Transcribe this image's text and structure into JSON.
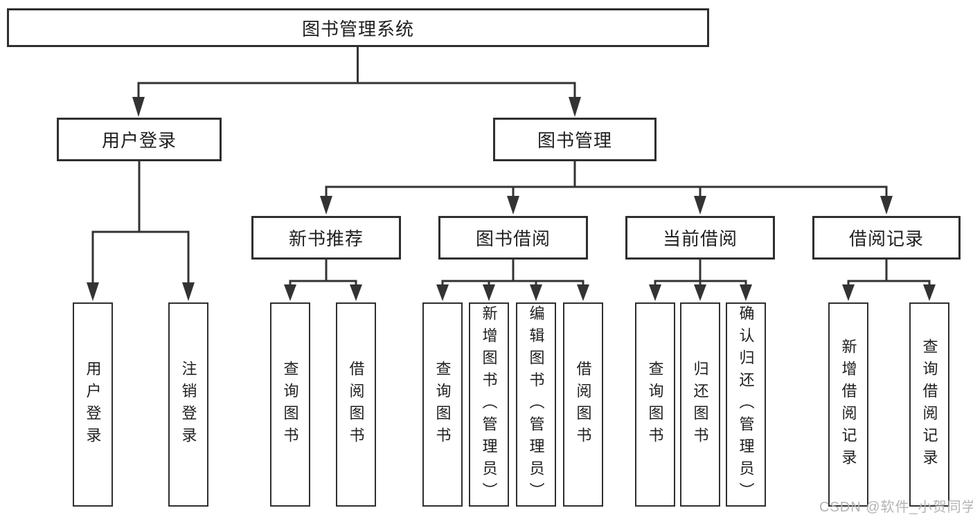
{
  "colors": {
    "background": "#ffffff",
    "line": "#333333",
    "box_border": "#2f2f2f",
    "box_fill": "#ffffff",
    "text": "#1f1f1f",
    "watermark": "#b4b4b4"
  },
  "tree": {
    "root": {
      "label": "图书管理系统"
    },
    "children": [
      {
        "label": "用户登录",
        "children": [
          {
            "label": "用户登录"
          },
          {
            "label": "注销登录"
          }
        ]
      },
      {
        "label": "图书管理",
        "children": [
          {
            "label": "新书推荐",
            "children": [
              {
                "label": "查询图书"
              },
              {
                "label": "借阅图书"
              }
            ]
          },
          {
            "label": "图书借阅",
            "children": [
              {
                "label": "查询图书"
              },
              {
                "label": "新增图书（管理员）"
              },
              {
                "label": "编辑图书（管理员）"
              },
              {
                "label": "借阅图书"
              }
            ]
          },
          {
            "label": "当前借阅",
            "children": [
              {
                "label": "查询图书"
              },
              {
                "label": "归还图书"
              },
              {
                "label": "确认归还（管理员）"
              }
            ]
          },
          {
            "label": "借阅记录",
            "children": [
              {
                "label": "新增借阅记录"
              },
              {
                "label": "查询借阅记录"
              }
            ]
          }
        ]
      }
    ]
  },
  "watermark": {
    "text": "CSDN @软件_小贺同学"
  }
}
